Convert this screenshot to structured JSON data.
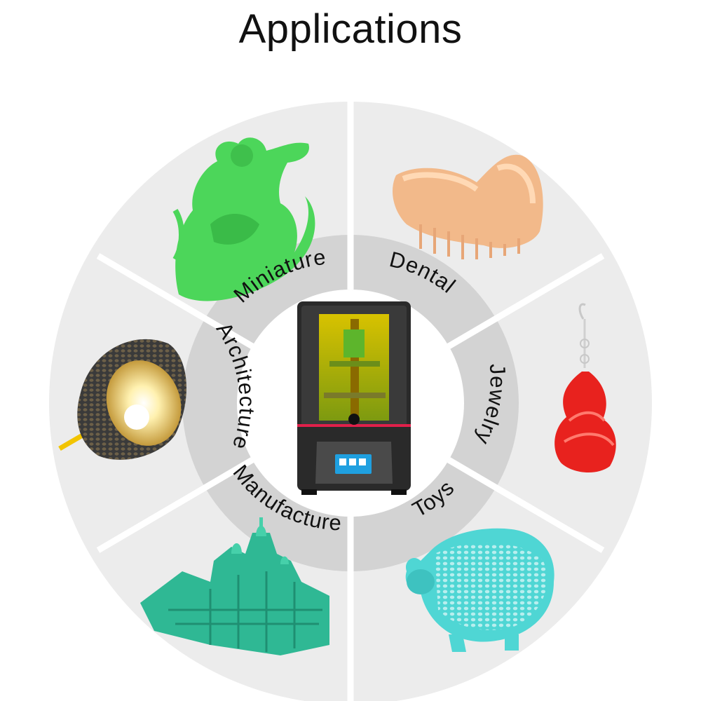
{
  "title": "Applications",
  "segments": [
    {
      "label": "Miniature"
    },
    {
      "label": "Dental"
    },
    {
      "label": "Jewelry"
    },
    {
      "label": "Toys"
    },
    {
      "label": "Manufacture"
    },
    {
      "label": "Architecture"
    }
  ],
  "colors": {
    "outer_ring": "#ececec",
    "inner_ring": "#d3d3d3",
    "divider": "#ffffff",
    "label_text": "#111111",
    "printer_body": "#2a2a2a",
    "printer_window": "#c8b400",
    "printer_accent": "#e0204a",
    "miniature_model": "#4cd65a",
    "dental_model": "#f2b98a",
    "jewelry_model": "#e8221e",
    "lamp_shell": "#3a3a3a",
    "lamp_light": "#fff4c4",
    "toy_model": "#4fd6d4",
    "architecture_model": "#2fb894"
  },
  "icons": [
    "hulk-figure-icon",
    "dental-model-icon",
    "earring-icon",
    "piggy-bank-icon",
    "building-model-icon",
    "lamp-icon",
    "resin-printer-icon"
  ]
}
